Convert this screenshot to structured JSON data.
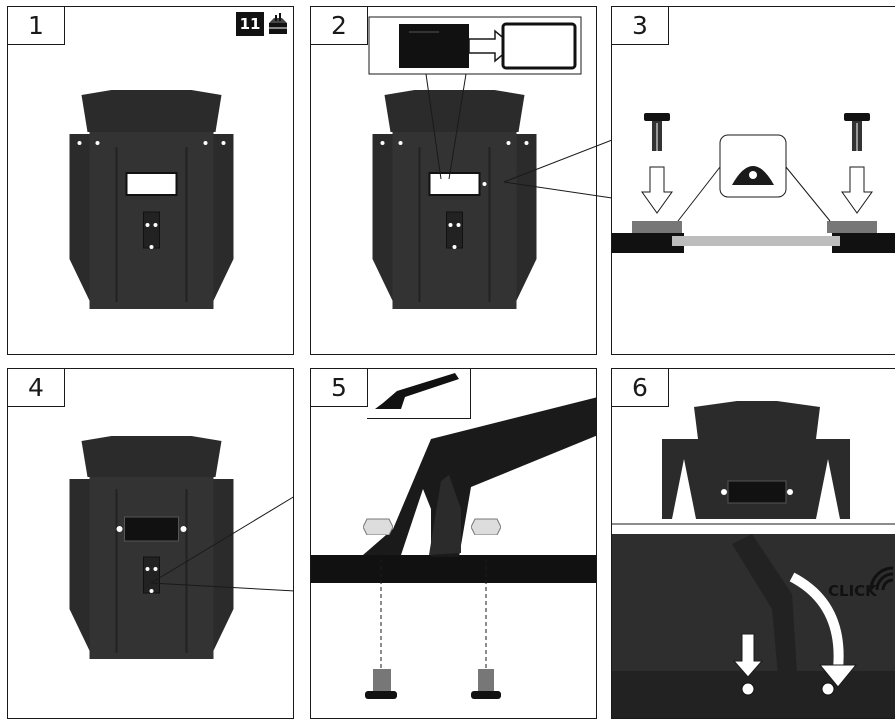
{
  "steps": [
    {
      "number": "1",
      "badge": "11"
    },
    {
      "number": "2"
    },
    {
      "number": "3"
    },
    {
      "number": "4"
    },
    {
      "number": "5"
    },
    {
      "number": "6",
      "click_label": "CLICK"
    }
  ],
  "icons": [
    "parts-box-icon",
    "tinted-glass-insert-icon",
    "arrow-right-icon",
    "push-rivet-icon",
    "bolt-icon",
    "handle-icon",
    "click-sound-icon"
  ],
  "colors": {
    "line": "#1a1a1a",
    "part": "#2b2b2b",
    "arrow": "#ffffff",
    "glass": "#111111",
    "lens": "#bdbdbd"
  }
}
